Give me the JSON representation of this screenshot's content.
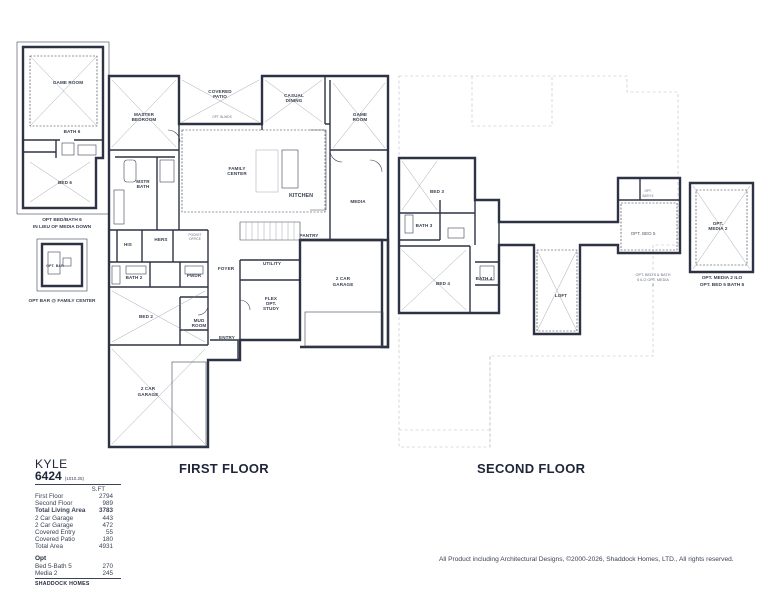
{
  "floors": {
    "first": "FIRST FLOOR",
    "second": "SECOND FLOOR"
  },
  "rooms_first": {
    "master_bedroom": "MASTER BEDROOM",
    "covered_patio": "COVERED PATIO",
    "casual_dining": "CASUAL DINING",
    "game_room": "GAME ROOM",
    "family_center": "FAMILY CENTER",
    "kitchen": "KITCHEN",
    "media": "MEDIA",
    "mstr_bath": "MSTR BATH",
    "his": "HIS",
    "hers": "HERS",
    "pocket_office": "POCKET OFFICE",
    "pantry": "PANTRY",
    "utility": "UTILITY",
    "foyer": "FOYER",
    "bath2": "BATH 2",
    "pwdr": "PWDR",
    "flex_opt_study": "FLEX OPT. STUDY",
    "bed2": "BED 2",
    "mud_room": "MUD ROOM",
    "entry": "ENTRY",
    "garage_2car_a": "2 CAR GARAGE",
    "garage_2car_b": "2 CAR GARAGE",
    "opt_blinds": "OPT. BLINDS"
  },
  "rooms_second": {
    "bed3": "BED 3",
    "bath3": "BATH 3",
    "bed4": "BED 4",
    "bath4": "BATH 4",
    "loft": "LOFT",
    "opt_bed5": "OPT. BED 5",
    "opt_bath5": "OPT. BATH 5",
    "opt_media2": "OPT. MEDIA 2",
    "opt_bed5_note": "OPT. BED 5 & BATH 5 ILO OPT. MEDIA 2",
    "opt_media2_note": "OPT. MEDIA 2 ILO OPT. BED 5 BATH 5"
  },
  "rooms_inset": {
    "game_room": "GAME ROOM",
    "bath6": "BATH 6",
    "bed6": "BED 6",
    "caption_bed6": "OPT BED/BATH 6 IN LIEU OF MEDIA DOWN",
    "opt_bar": "OPT. BAR",
    "caption_bar": "OPT BAR @ FAMILY CENTER"
  },
  "summary": {
    "plan_name": "KYLE",
    "plan_number": "6424",
    "plan_code": "(1010.25)",
    "sqft_header": "S.FT",
    "areas": [
      {
        "label": "First Floor",
        "value": "2794",
        "bold": false
      },
      {
        "label": "Second Floor",
        "value": "989",
        "bold": false
      },
      {
        "label": "Total Living Area",
        "value": "3783",
        "bold": true
      },
      {
        "label": "2 Car Garage",
        "value": "443",
        "bold": false
      },
      {
        "label": "2 Car Garage",
        "value": "472",
        "bold": false
      },
      {
        "label": "Covered Entry",
        "value": "55",
        "bold": false
      },
      {
        "label": "Covered Patio",
        "value": "180",
        "bold": false
      },
      {
        "label": "Total Area",
        "value": "4931",
        "bold": false
      }
    ],
    "opt_header": "Opt",
    "options": [
      {
        "label": "Bed 5-Bath 5",
        "value": "270"
      },
      {
        "label": "Media 2",
        "value": "245"
      }
    ],
    "brand": "SHADDOCK HOMES"
  },
  "copyright": "All Product including Architectural Designs, ©2000-2026, Shaddock Homes, LTD., All rights reserved."
}
